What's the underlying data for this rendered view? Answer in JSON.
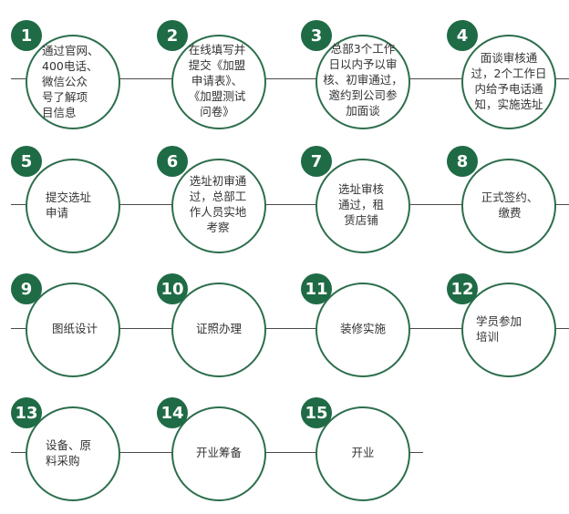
{
  "accent_color": "#1f6b45",
  "steps": [
    {
      "number": "1",
      "text": "通过官网、\n400电话、\n微信公众\n号了解项\n目信息"
    },
    {
      "number": "2",
      "text": "在线填写并\n提交《加盟\n申请表》、\n《加盟测试\n问卷》"
    },
    {
      "number": "3",
      "text": "总部3个工作\n日以内予以审\n核、初审通过，\n邀约到公司参\n加面谈"
    },
    {
      "number": "4",
      "text": "面谈审核通\n过，2个工作日\n内给予电话通\n知，实施选址"
    },
    {
      "number": "5",
      "text": "提交选址\n申请"
    },
    {
      "number": "6",
      "text": "选址初审通\n过，总部工\n作人员实地\n考察"
    },
    {
      "number": "7",
      "text": "选址审核\n通过，租\n赁店铺"
    },
    {
      "number": "8",
      "text": "正式签约、\n缴费"
    },
    {
      "number": "9",
      "text": "图纸设计"
    },
    {
      "number": "10",
      "text": "证照办理"
    },
    {
      "number": "11",
      "text": "装修实施"
    },
    {
      "number": "12",
      "text": "学员参加\n培训"
    },
    {
      "number": "13",
      "text": "设备、原\n料采购"
    },
    {
      "number": "14",
      "text": "开业筹备"
    },
    {
      "number": "15",
      "text": "开业"
    }
  ]
}
